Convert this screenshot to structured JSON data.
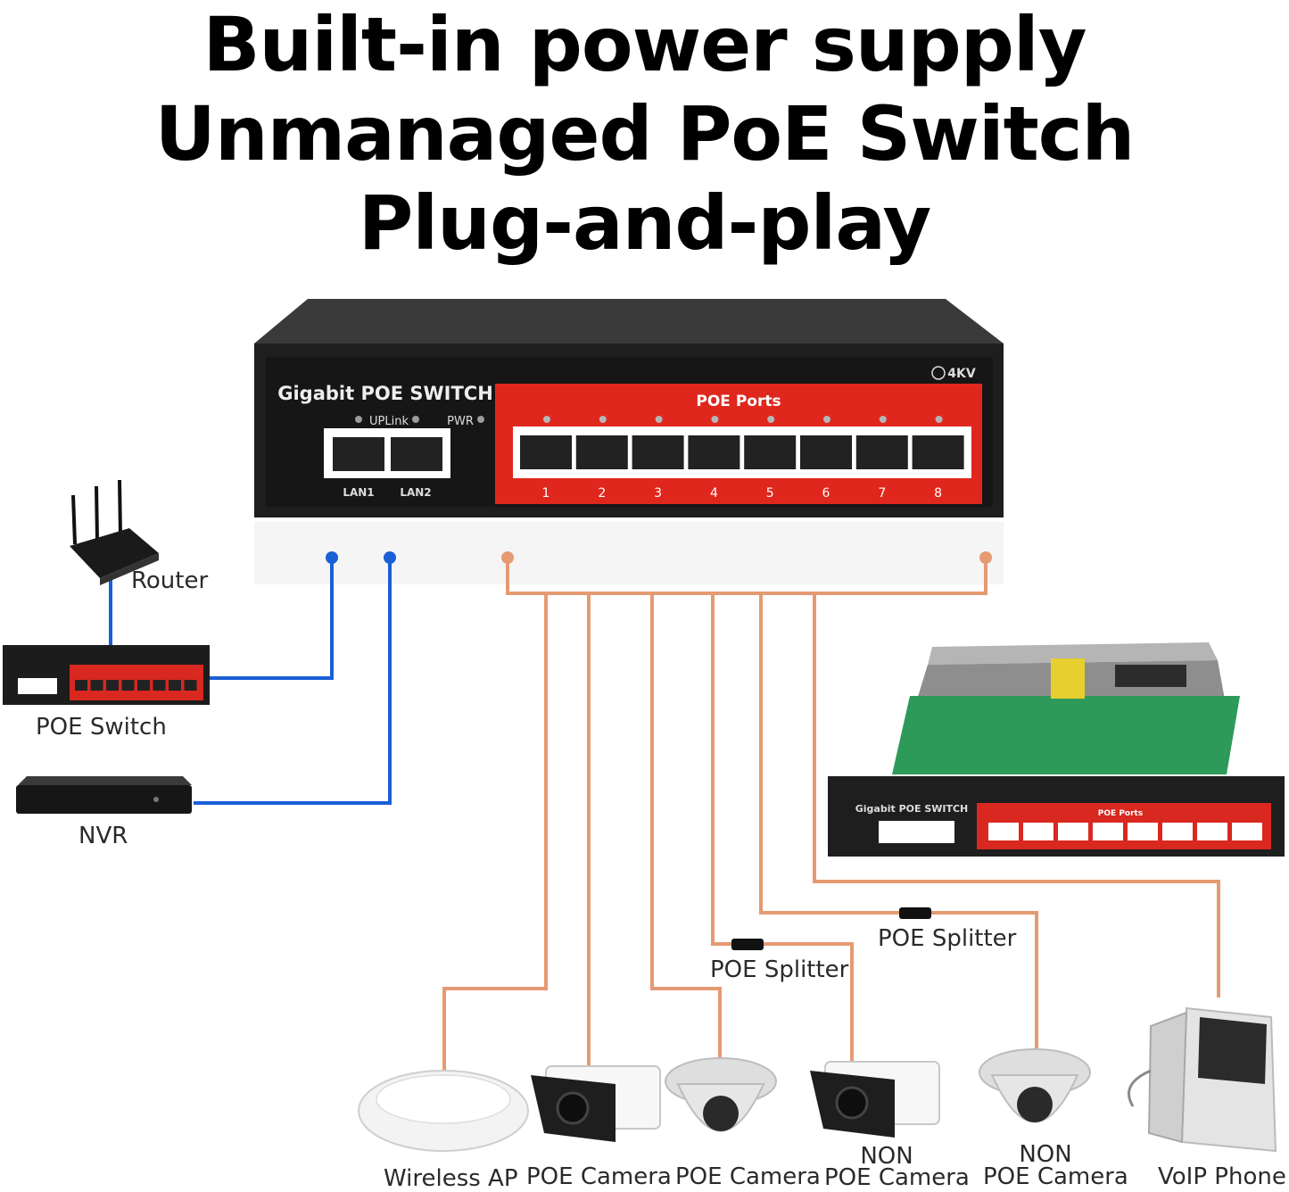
{
  "headline": {
    "line1": "Built-in power supply",
    "line2": "Unmanaged PoE Switch",
    "line3": "Plug-and-play"
  },
  "switch": {
    "brand_label": "Gigabit POE SWITCH",
    "uplink_label": "UPLink",
    "pwr_label": "PWR",
    "surge_label": "4KV",
    "poe_ports_label": "POE Ports",
    "lan_ports": [
      "LAN1",
      "LAN2"
    ],
    "poe_port_numbers": [
      "1",
      "2",
      "3",
      "4",
      "5",
      "6",
      "7",
      "8"
    ]
  },
  "devices": {
    "router": "Router",
    "poe_switch": "POE Switch",
    "nvr": "NVR",
    "splitter_1": "POE Splitter",
    "splitter_2": "POE Splitter",
    "wireless_ap": "Wireless AP",
    "poe_camera_1": "POE Camera",
    "poe_camera_2": "POE Camera",
    "non_label_1": "NON",
    "non_poe_camera_1": "POE Camera",
    "non_label_2": "NON",
    "non_poe_camera_2": "POE Camera",
    "voip_phone": "VoIP Phone"
  },
  "colors": {
    "lan_cable": "#1a5fd6",
    "poe_cable": "#e59a72",
    "switch_body": "#1e1e1e",
    "poe_panel": "#e0271d",
    "pcb": "#2e9a5a"
  }
}
